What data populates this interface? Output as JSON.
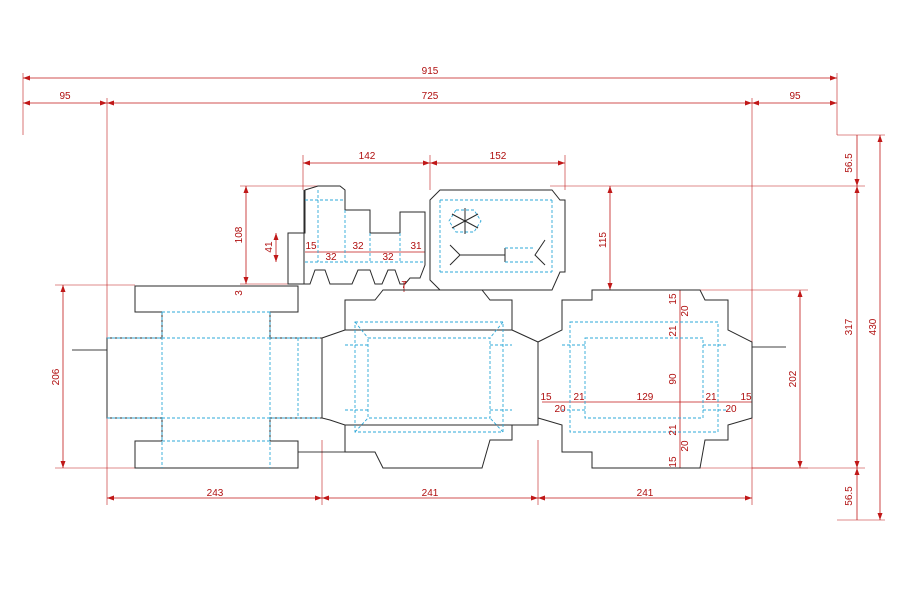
{
  "diagram": {
    "dimensions": {
      "overall_width": "915",
      "margin_left": "95",
      "inner_width": "725",
      "margin_right": "95",
      "top_box_a": "142",
      "top_box_b": "152",
      "margin_top": "56.5",
      "inner_height": "317",
      "overall_height": "430",
      "margin_bottom": "56.5",
      "left_height": "206",
      "right_height": "202",
      "small_height_108": "108",
      "small_height_41": "41",
      "small_3": "3",
      "small_7": "7",
      "lid_115": "115",
      "sm_15": "15",
      "sm_32a": "32",
      "sm_32b": "32",
      "sm_32c": "32",
      "sm_31": "31",
      "panel_243": "243",
      "panel_241a": "241",
      "panel_241b": "241",
      "r_15a": "15",
      "r_20a": "20",
      "r_21a": "21",
      "r_90": "90",
      "r_21b": "21",
      "r_20b": "20",
      "r_15b": "15",
      "h_15a": "15",
      "h_20a": "20",
      "h_21a": "21",
      "h_129": "129",
      "h_21b": "21",
      "h_20b": "20",
      "h_15b": "15"
    }
  }
}
